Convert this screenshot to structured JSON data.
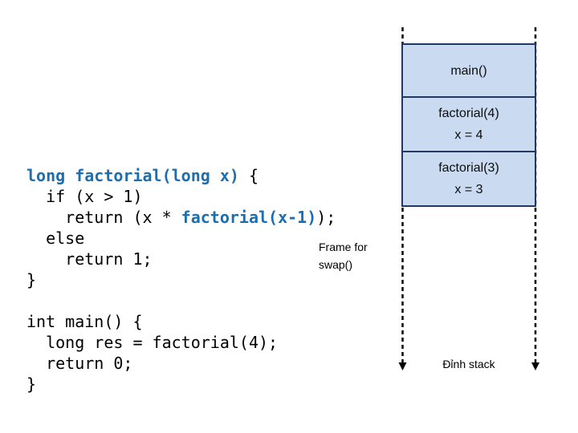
{
  "colors": {
    "accent_blue": "#1b6fb0",
    "box_fill": "#c9daf1",
    "box_border": "#1f3864"
  },
  "code_factorial": {
    "line1_blue": "long factorial(long x)",
    "line1_rest": " {",
    "line2": "  if (x > 1)",
    "line3_pre": "    return (x * ",
    "line3_blue": "factorial(x-1)",
    "line3_post": ");",
    "line4": "  else",
    "line5": "    return 1;",
    "line6": "}"
  },
  "code_main": {
    "line1": "int main() {",
    "line2": "  long res = factorial(4);",
    "line3": "  return 0;",
    "line4": "}"
  },
  "frame_note": {
    "line1": "Frame for",
    "line2": "swap()"
  },
  "stack": {
    "frames": [
      {
        "title": "main()",
        "detail": ""
      },
      {
        "title": "factorial(4)",
        "detail": "x = 4"
      },
      {
        "title": "factorial(3)",
        "detail": "x = 3"
      }
    ],
    "bottom_label": "Đỉnh stack"
  }
}
